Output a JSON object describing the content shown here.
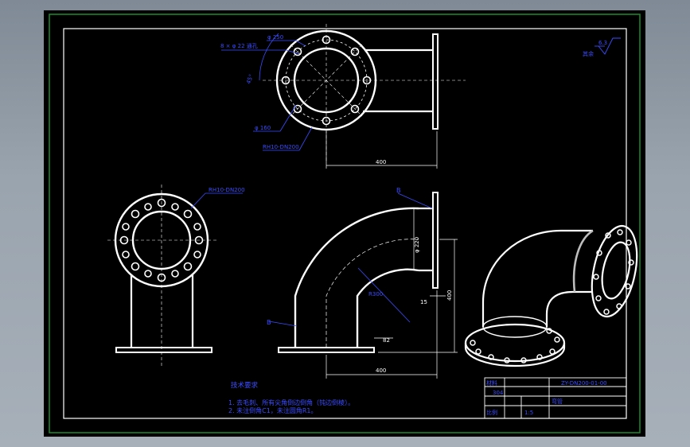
{
  "colors": {
    "background": "#000000",
    "frame_outer": "#1f8a2a",
    "line": "#ffffff",
    "annotation": "#3b4cff",
    "surround": "#9aa4ae"
  },
  "top_view": {
    "label_bolt": "8 × φ 22 通孔",
    "label_bolt_circle": "φ 250",
    "label_angle": "45°",
    "label_inner": "φ 160",
    "label_flange": "RH10-DN200",
    "dim_length": "400"
  },
  "left_view": {
    "label_flange": "RH10-DN200"
  },
  "front_view": {
    "label_a": "B",
    "label_b": "B",
    "label_radius": "R300",
    "dim_width": "400",
    "dim_height": "400",
    "dim_flange": "φ 220",
    "dim_small": "15",
    "dim_base": "82"
  },
  "roughness": {
    "label": "其余",
    "value": "6.3"
  },
  "notes": {
    "title": "技术要求",
    "items": [
      "1. 去毛刺、所有尖角倒边倒角（钝边倒棱）。",
      "2. 未注倒角C1，未注圆角R1。"
    ]
  },
  "title_block": {
    "material_label": "材料",
    "material_value": "304",
    "scale_label": "比例",
    "scale_value": "1:5",
    "drawing_number": "ZY-DN200-01-00",
    "part_name": "弯管"
  }
}
